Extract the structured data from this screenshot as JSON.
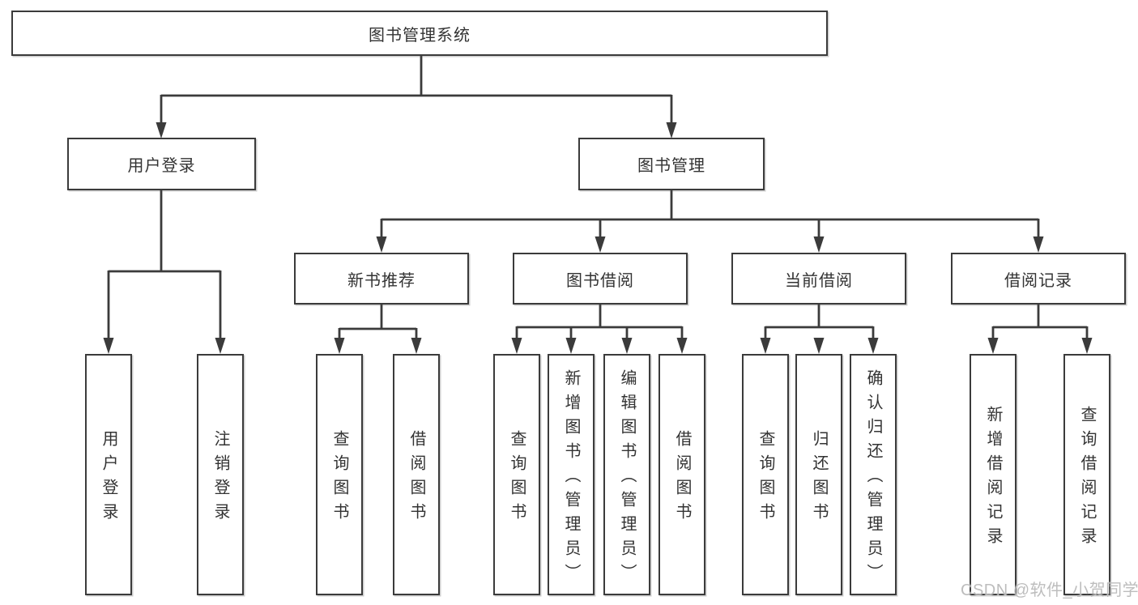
{
  "nodes": {
    "root": "图书管理系统",
    "level2": {
      "user_login": "用户登录",
      "book_management": "图书管理"
    },
    "level3": {
      "new_book_recommendation": "新书推荐",
      "book_borrowing": "图书借阅",
      "current_borrowing": "当前借阅",
      "borrowing_records": "借阅记录"
    },
    "leaves": {
      "user_login": "用户登录",
      "logout_login": "注销登录",
      "nb_query_books": "查询图书",
      "nb_borrow_books": "借阅图书",
      "bb_query_books": "查询图书",
      "bb_add_books_admin": "新增图书（管理员）",
      "bb_edit_books_admin": "编辑图书（管理员）",
      "bb_borrow_books": "借阅图书",
      "cb_query_books": "查询图书",
      "cb_return_books": "归还图书",
      "cb_confirm_return_admin": "确认归还（管理员）",
      "br_add_record": "新增借阅记录",
      "br_query_record": "查询借阅记录"
    }
  },
  "watermark": "CSDN @软件_小贺同学",
  "colors": {
    "line": "#3b3b3b",
    "text": "#333333",
    "watermark": "#b7b7b7",
    "background": "#ffffff"
  }
}
